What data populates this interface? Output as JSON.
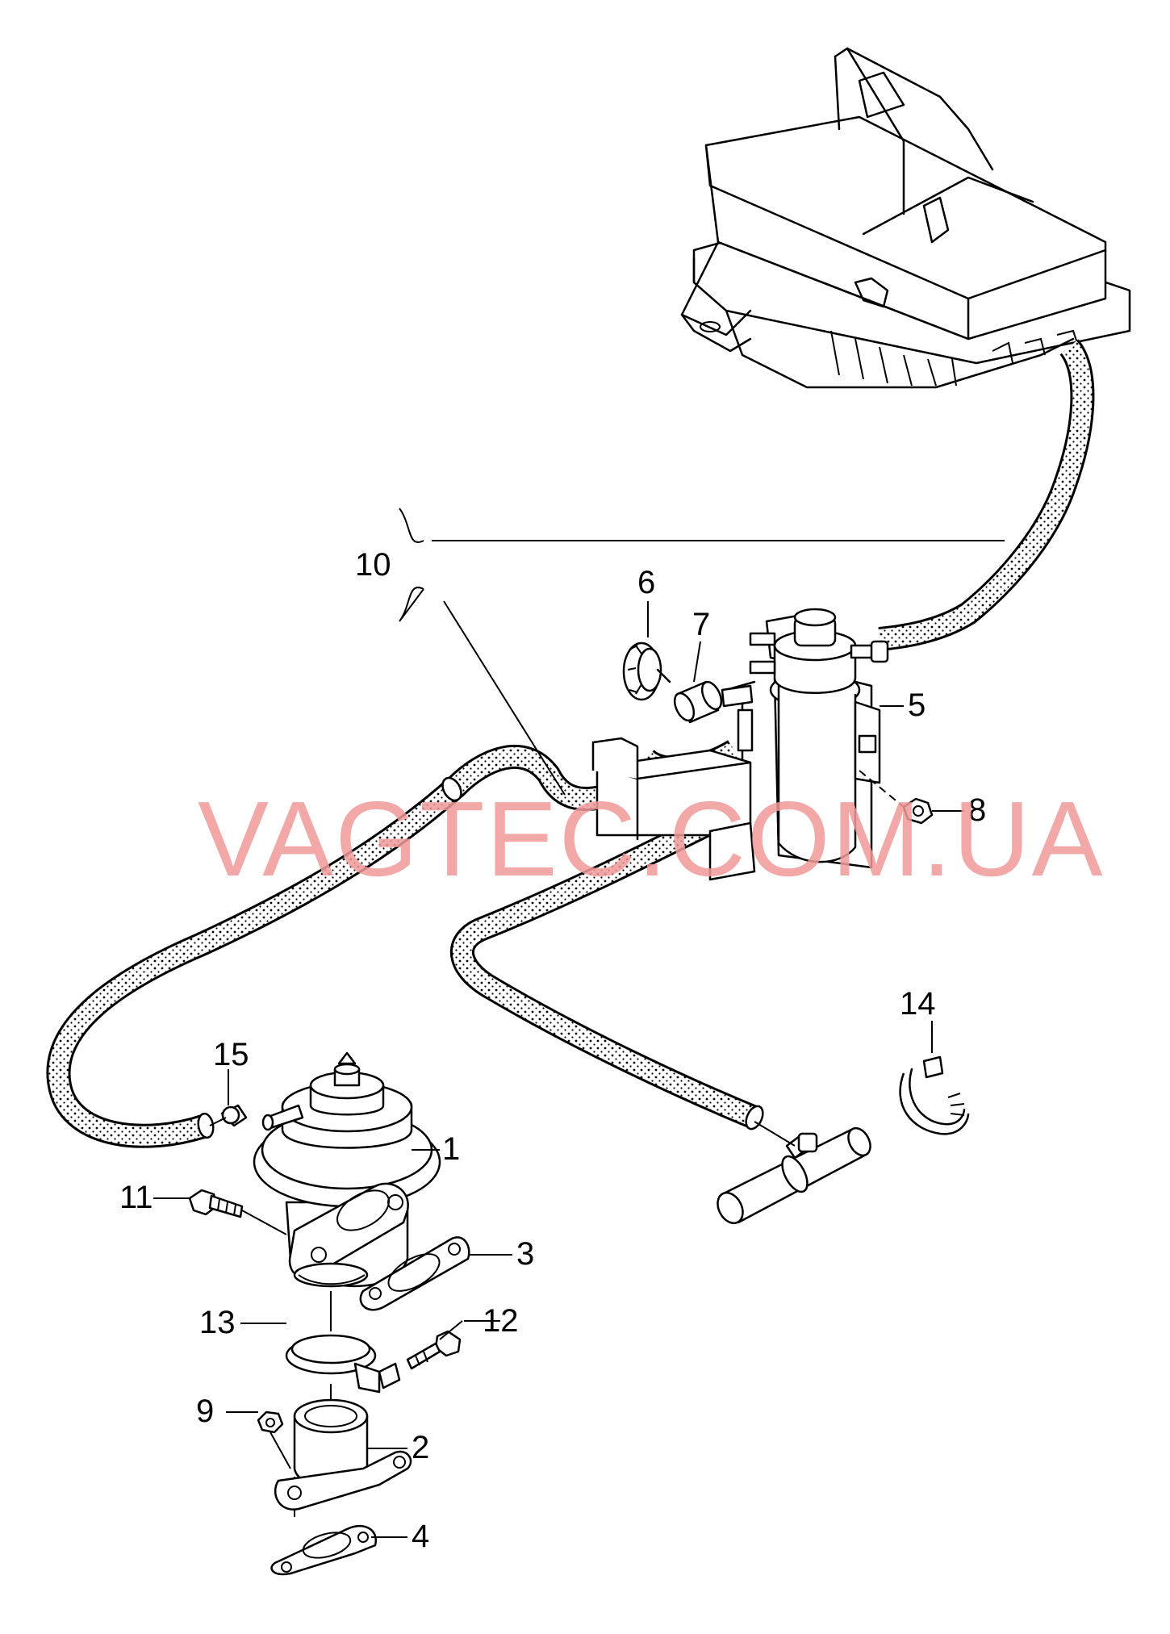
{
  "watermark": "VAGTEC.COM.UA",
  "callouts": [
    "1",
    "2",
    "3",
    "4",
    "5",
    "6",
    "7",
    "8",
    "9",
    "10",
    "11",
    "12",
    "13",
    "14",
    "15"
  ]
}
